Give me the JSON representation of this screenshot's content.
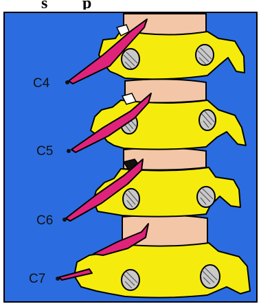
{
  "figure": {
    "title_fragments": [
      "s",
      "p"
    ],
    "background_color": "#2b6de0",
    "vertebra_color": "#f5ec0e",
    "disc_color": "#f2c6a6",
    "nerve_color": "#e0237a",
    "labels": [
      "C4",
      "C5",
      "C6",
      "C7"
    ]
  }
}
